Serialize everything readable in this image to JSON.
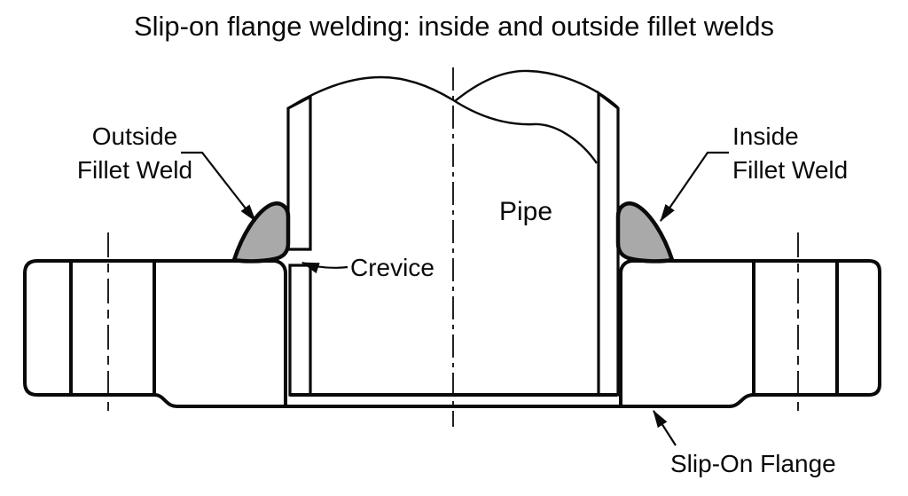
{
  "title": "Slip-on flange welding: inside and outside fillet welds",
  "labels": {
    "outside_weld": {
      "line1": "Outside",
      "line2": "Fillet Weld"
    },
    "inside_weld": {
      "line1": "Inside",
      "line2": "Fillet Weld"
    },
    "pipe": "Pipe",
    "crevice": "Crevice",
    "flange": "Slip-On Flange"
  },
  "colors": {
    "line": "#0a0a0a",
    "weld_fill": "#a9a9a9",
    "background": "#ffffff"
  }
}
